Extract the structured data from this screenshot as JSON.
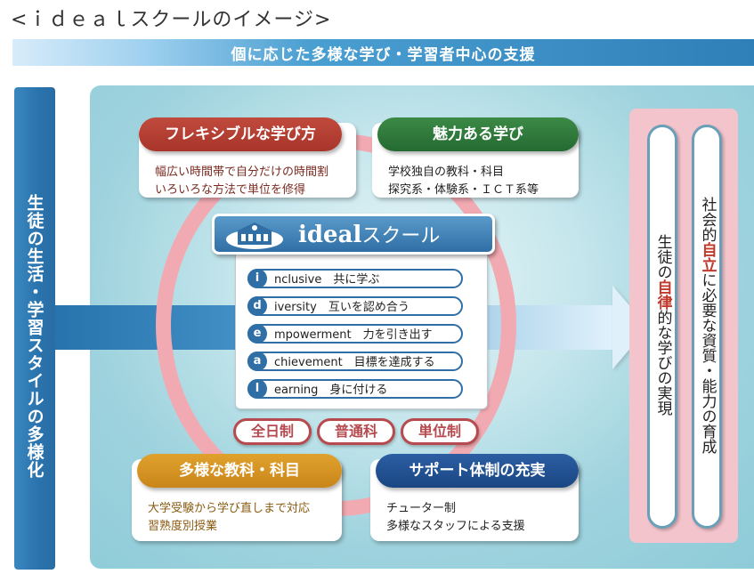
{
  "page_title": "<ｉｄｅａｌスクールのイメージ>",
  "banner": "個に応じた多様な学び・学習者中心の支援",
  "left_bar": "生徒の生活・学習スタイルの多様化",
  "features": {
    "flexible": {
      "title": "フレキシブルな学び方",
      "lines": [
        "幅広い時間帯で自分だけの時間割",
        "いろいろな方法で単位を修得"
      ]
    },
    "miryoku": {
      "title": "魅力ある学び",
      "lines": [
        "学校独自の教科・科目",
        "探究系・体験系・ＩＣＴ系等"
      ]
    },
    "tayou": {
      "title": "多様な教科・科目",
      "lines": [
        "大学受験から学び直しまで対応",
        "習熟度別授業"
      ]
    },
    "support": {
      "title": "サポート体制の充実",
      "lines": [
        "チューター制",
        "多様なスタッフによる支援"
      ]
    }
  },
  "ideal": {
    "title_latin": "ideal",
    "title_kana": "スクール",
    "rows": [
      {
        "letter": "i",
        "text": "nclusive　共に学ぶ"
      },
      {
        "letter": "d",
        "text": "iversity　互いを認め合う"
      },
      {
        "letter": "e",
        "text": "mpowerment　力を引き出す"
      },
      {
        "letter": "a",
        "text": "chievement　目標を達成する"
      },
      {
        "letter": "l",
        "text": "earning　身に付ける"
      }
    ]
  },
  "tags": [
    "全日制",
    "普通科",
    "単位制"
  ],
  "right": {
    "left_bar": {
      "pre": "生徒の",
      "em": "自律",
      "post": "的な学びの実現"
    },
    "right_bar": {
      "pre": "社会的",
      "em": "自立",
      "post": "に必要な資質・能力の育成"
    }
  },
  "colors": {
    "banner": "#2f7fb8",
    "panel": "#9fd3de",
    "ring": "#f2aab2",
    "flexible": "#b33e31",
    "miryoku": "#2f7a3c",
    "tayou": "#d4931f",
    "support": "#234f93",
    "ideal": "#2f6fa6",
    "tag": "#b64a4f",
    "right_panel": "#f4c4cc",
    "emphasis": "#c0392b"
  }
}
